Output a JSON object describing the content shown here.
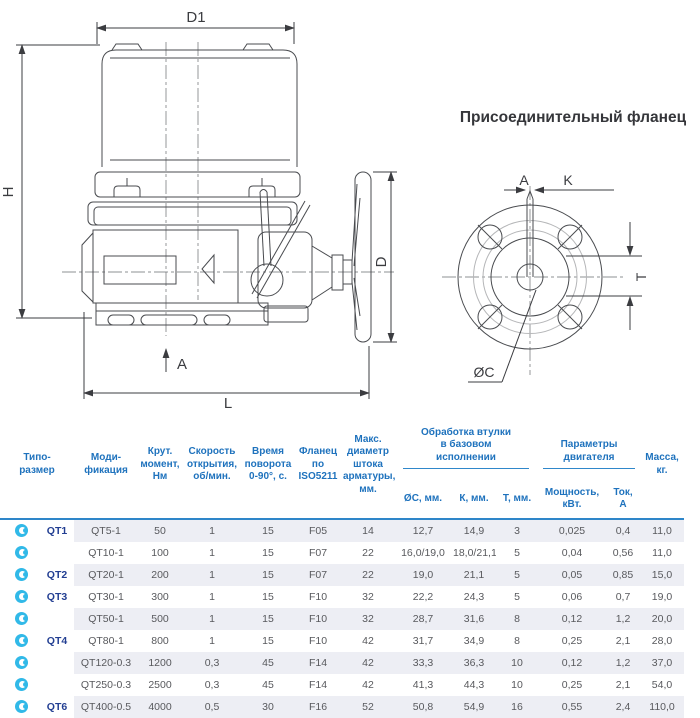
{
  "drawing": {
    "flange_title": "Присоединительный фланец",
    "dim_labels": {
      "d1": "D1",
      "h": "H",
      "l": "L",
      "d": "D",
      "a_arrow": "A",
      "flange_a": "A",
      "flange_k": "K",
      "flange_t": "T",
      "flange_oc": "ØC"
    }
  },
  "table": {
    "headers": {
      "type": "Типо-\nразмер",
      "modification": "Моди-\nфикация",
      "torque": "Крут.\nмомент,\nНм",
      "opening_speed": "Скорость\nоткрытия,\nоб/мин.",
      "turn_time": "Время\nповорота\n0-90°, с.",
      "flange": "Фланец\nпо\nISO5211",
      "stem_diameter": "Макс.\nдиаметр\nштока\nарматуры,\nмм.",
      "bushing_group": "Обработка втулки\nв базовом\nисполнении",
      "c": "ØС, мм.",
      "k": "К, мм.",
      "t": "Т, мм.",
      "motor_group": "Параметры\nдвигателя",
      "power": "Мощность,\nкВт.",
      "current": "Ток,\nА",
      "mass": "Масса,\nкг."
    },
    "rows": [
      {
        "type": "QT1",
        "cells": [
          "QT5-1",
          "50",
          "1",
          "15",
          "F05",
          "14",
          "12,7",
          "14,9",
          "3",
          "0,025",
          "0,4",
          "11,0"
        ]
      },
      {
        "type": "",
        "cells": [
          "QT10-1",
          "100",
          "1",
          "15",
          "F07",
          "22",
          "16,0/19,0",
          "18,0/21,1",
          "5",
          "0,04",
          "0,56",
          "11,0"
        ]
      },
      {
        "type": "QT2",
        "cells": [
          "QT20-1",
          "200",
          "1",
          "15",
          "F07",
          "22",
          "19,0",
          "21,1",
          "5",
          "0,05",
          "0,85",
          "15,0"
        ]
      },
      {
        "type": "QT3",
        "cells": [
          "QT30-1",
          "300",
          "1",
          "15",
          "F10",
          "32",
          "22,2",
          "24,3",
          "5",
          "0,06",
          "0,7",
          "19,0"
        ]
      },
      {
        "type": "",
        "cells": [
          "QT50-1",
          "500",
          "1",
          "15",
          "F10",
          "32",
          "28,7",
          "31,6",
          "8",
          "0,12",
          "1,2",
          "20,0"
        ]
      },
      {
        "type": "QT4",
        "cells": [
          "QT80-1",
          "800",
          "1",
          "15",
          "F10",
          "42",
          "31,7",
          "34,9",
          "8",
          "0,25",
          "2,1",
          "28,0"
        ]
      },
      {
        "type": "",
        "cells": [
          "QT120-0.3",
          "1200",
          "0,3",
          "45",
          "F14",
          "42",
          "33,3",
          "36,3",
          "10",
          "0,12",
          "1,2",
          "37,0"
        ]
      },
      {
        "type": "",
        "cells": [
          "QT250-0.3",
          "2500",
          "0,3",
          "45",
          "F14",
          "42",
          "41,3",
          "44,3",
          "10",
          "0,25",
          "2,1",
          "54,0"
        ]
      },
      {
        "type": "QT6",
        "cells": [
          "QT400-0.5",
          "4000",
          "0,5",
          "30",
          "F16",
          "52",
          "50,8",
          "54,9",
          "16",
          "0,55",
          "2,4",
          "110,0"
        ]
      }
    ]
  },
  "colors": {
    "header_blue": "#1e72bd",
    "rule_blue": "#2f87ca",
    "type_navy": "#223e92",
    "bullet_cyan": "#31b9e8",
    "row_stripe": "#edeef4",
    "drawing_line": "#494b4f"
  }
}
